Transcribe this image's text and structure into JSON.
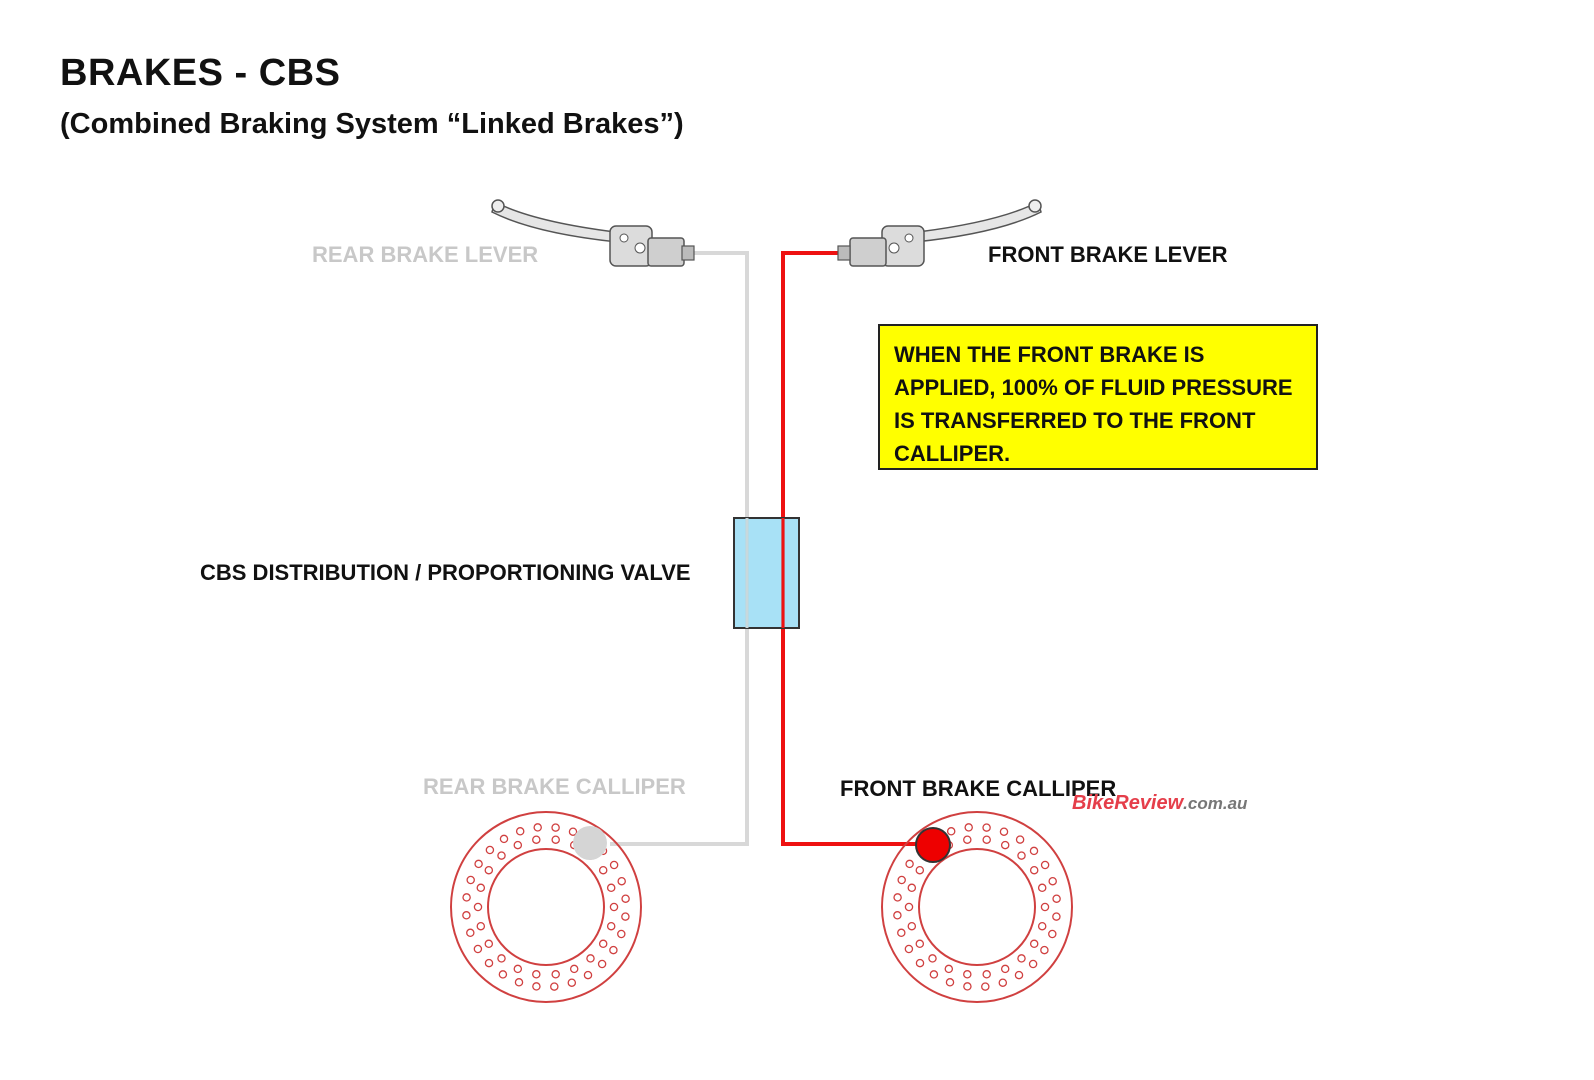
{
  "header": {
    "title": "BRAKES - CBS",
    "subtitle": "(Combined Braking System “Linked Brakes”)"
  },
  "labels": {
    "rear_lever": "REAR BRAKE LEVER",
    "front_lever": "FRONT BRAKE LEVER",
    "valve": "CBS DISTRIBUTION / PROPORTIONING VALVE",
    "rear_calliper": "REAR BRAKE CALLIPER",
    "front_calliper": "FRONT BRAKE CALLIPER"
  },
  "callout": {
    "text": "WHEN THE FRONT BRAKE IS APPLIED, 100% OF FLUID PRESSURE IS TRANSFERRED TO THE FRONT CALLIPER."
  },
  "watermark": {
    "brand": "BikeReview",
    "domain": ".com.au"
  },
  "colors": {
    "active_line": "#ee1111",
    "inactive_line": "#d8d8d8",
    "valve_fill": "#99dcf4",
    "callout_bg": "#ffff00",
    "disc": "#d04040",
    "front_calliper": "#ee0000",
    "rear_calliper": "#d5d5d5"
  }
}
